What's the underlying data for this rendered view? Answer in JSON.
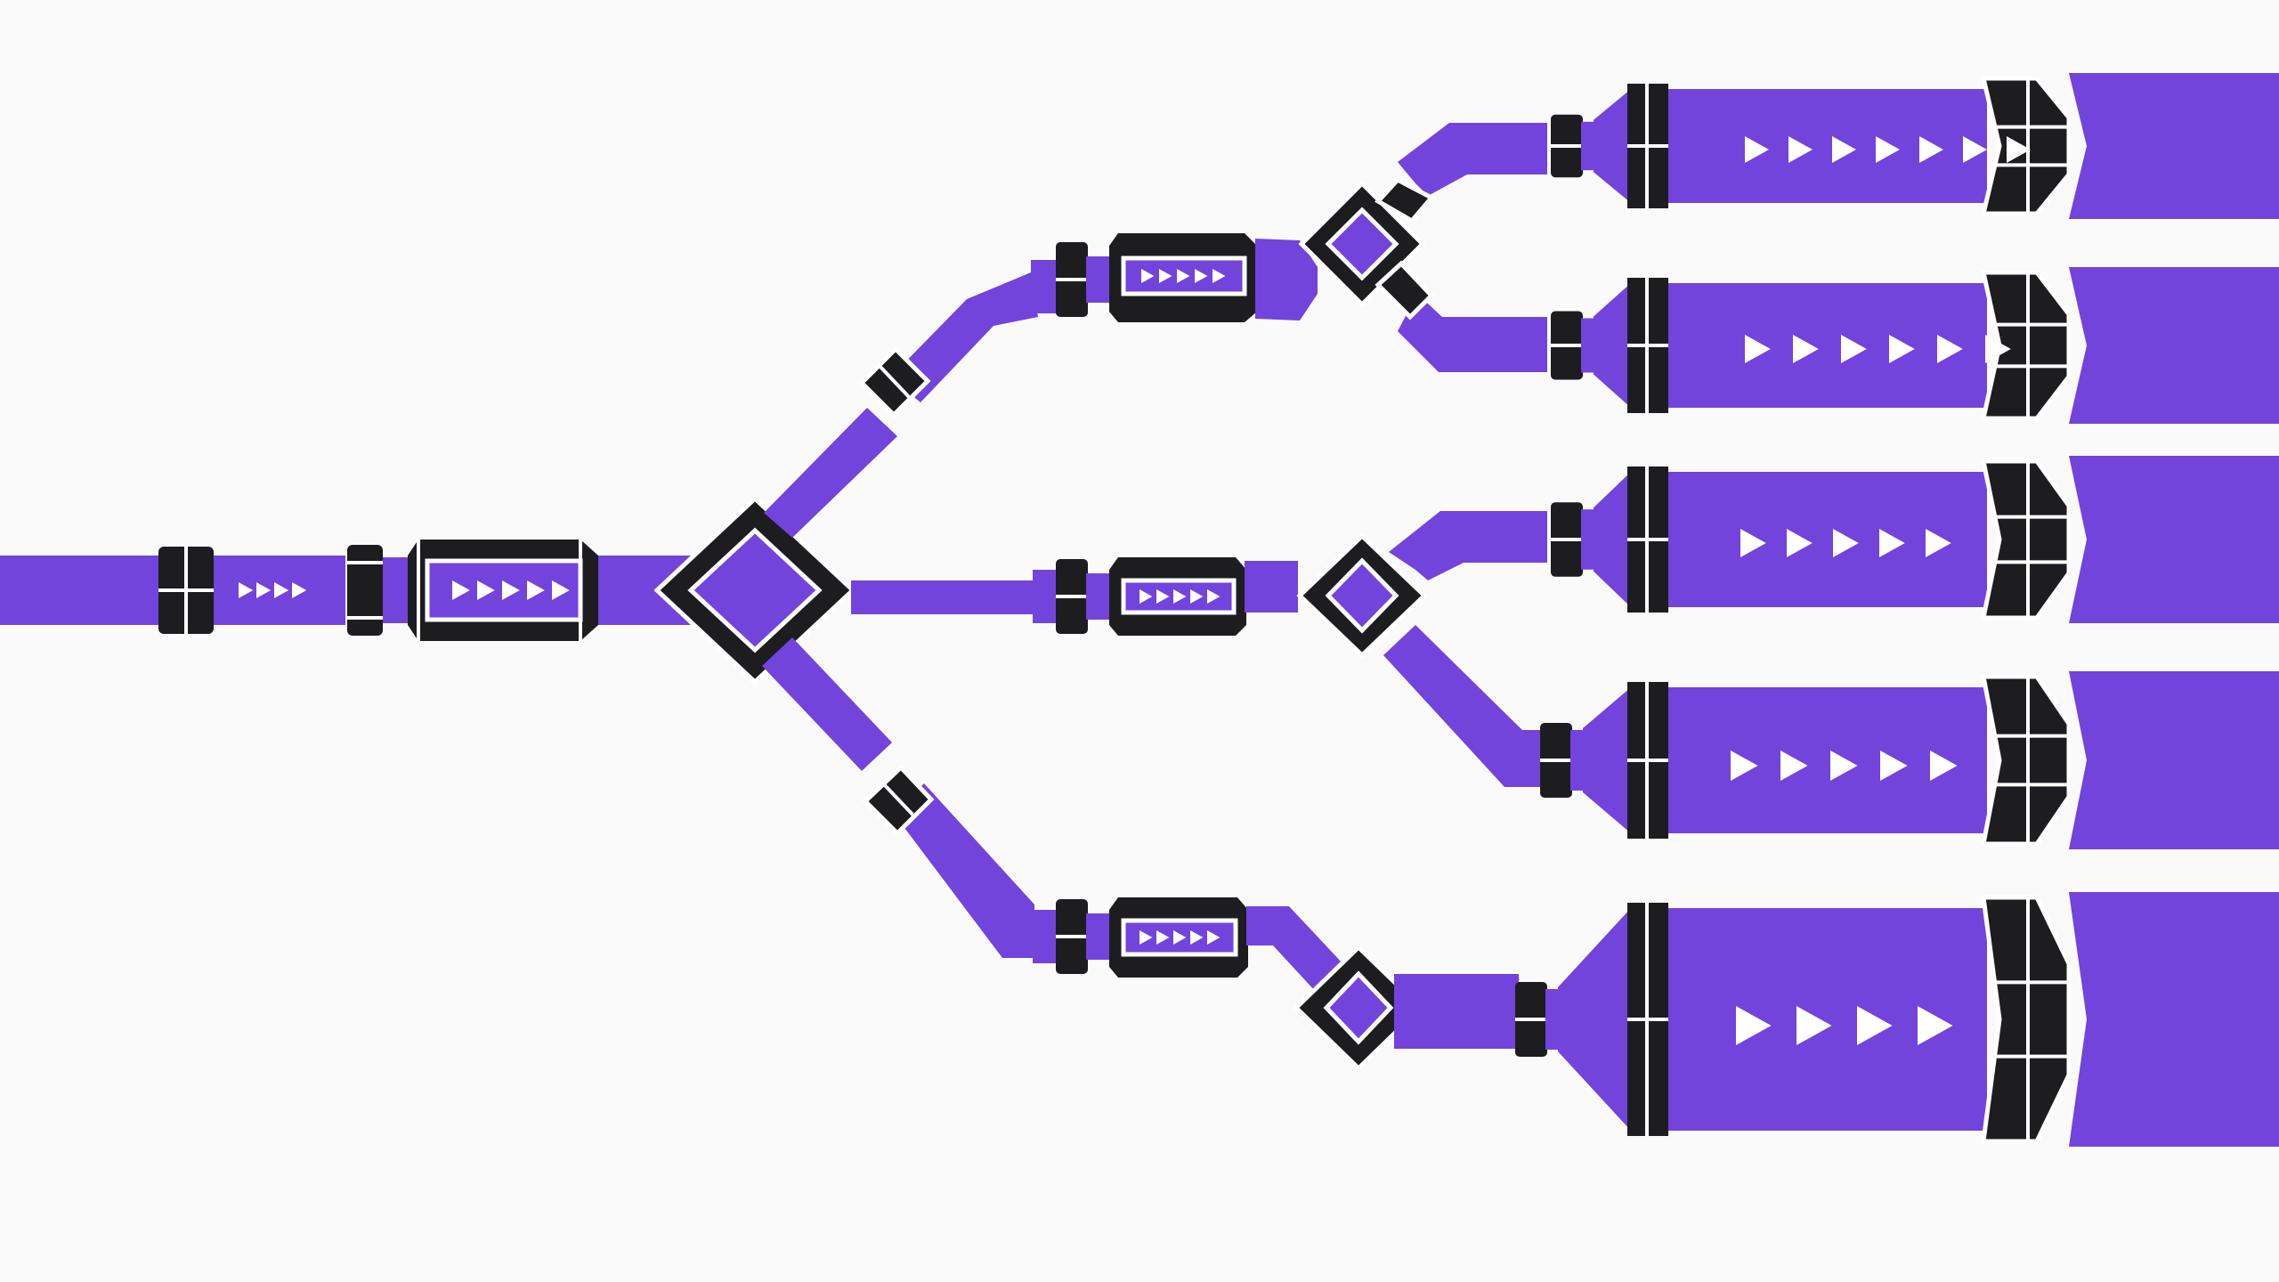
{
  "colors": {
    "background": "#fafafa",
    "pipe": "#7244dc",
    "fitting": "#1d1d1f",
    "outline": "#ffffff",
    "arrow": "#ffffff"
  },
  "icons": {
    "splitter": "diamond-splitter-icon",
    "flow": "triangle-arrow-icon",
    "coupling": "pipe-coupling-icon",
    "nozzle": "hex-nozzle-icon"
  },
  "stages": {
    "input_arrow_count": 4,
    "main_valve_arrow_count": 5,
    "branch_valve_arrow_count": 5,
    "outlet_arrow_counts": [
      7,
      6,
      5,
      5,
      4
    ]
  }
}
